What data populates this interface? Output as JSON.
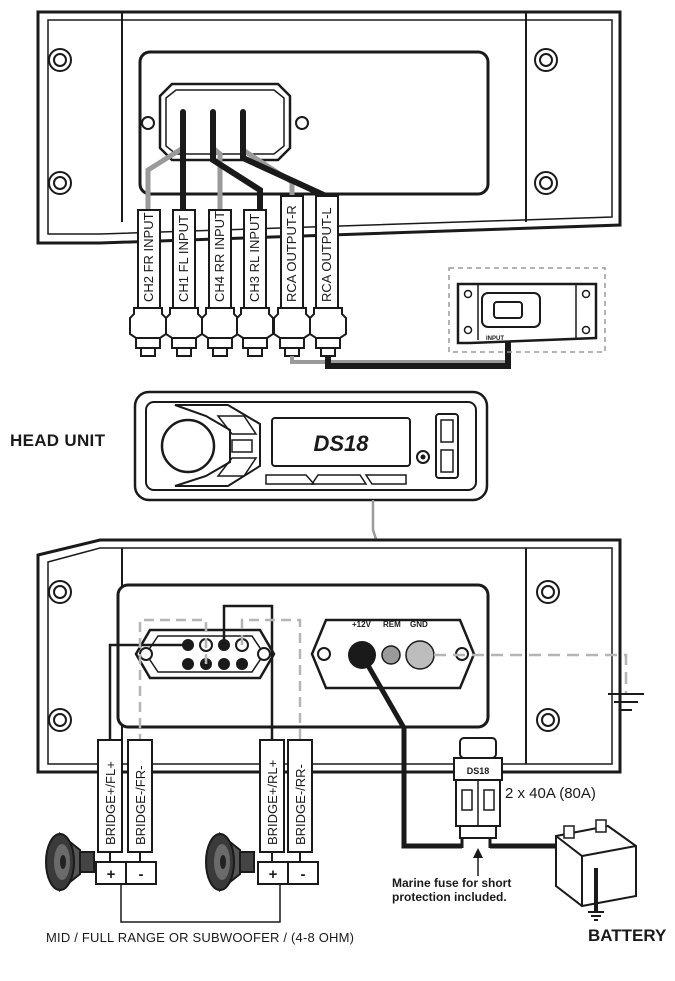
{
  "labels": {
    "head_unit": "HEAD UNIT",
    "battery": "BATTERY",
    "speaker_caption": "MID / FULL RANGE OR SUBWOOFER / (4-8 OHM)",
    "fuse_note_line1": "Marine fuse for short",
    "fuse_note_line2": "protection included.",
    "fuse_rating": "2 x 40A (80A)"
  },
  "rca_harness": [
    "CH2 FR INPUT",
    "CH1 FL INPUT",
    "CH4 RR INPUT",
    "CH3 RL INPUT",
    "RCA OUTPUT-R",
    "RCA OUTPUT-L"
  ],
  "output_amp_label": "INPUT",
  "head_unit_logo": "DS18",
  "fuse_logo": "DS18",
  "power_terminals": [
    "+12V",
    "REM",
    "GND"
  ],
  "speaker_wires": [
    "BRIDGE+/FL+",
    "BRIDGE-/FR-",
    "BRIDGE+/RL+",
    "BRIDGE-/RR-"
  ],
  "speaker_polarity": [
    "+",
    "-",
    "+",
    "-"
  ],
  "colors": {
    "line": "#1a1a1a",
    "grey_wire": "#9a9a9a",
    "dashed_wire": "#b5b5b5",
    "fill": "#ffffff"
  }
}
